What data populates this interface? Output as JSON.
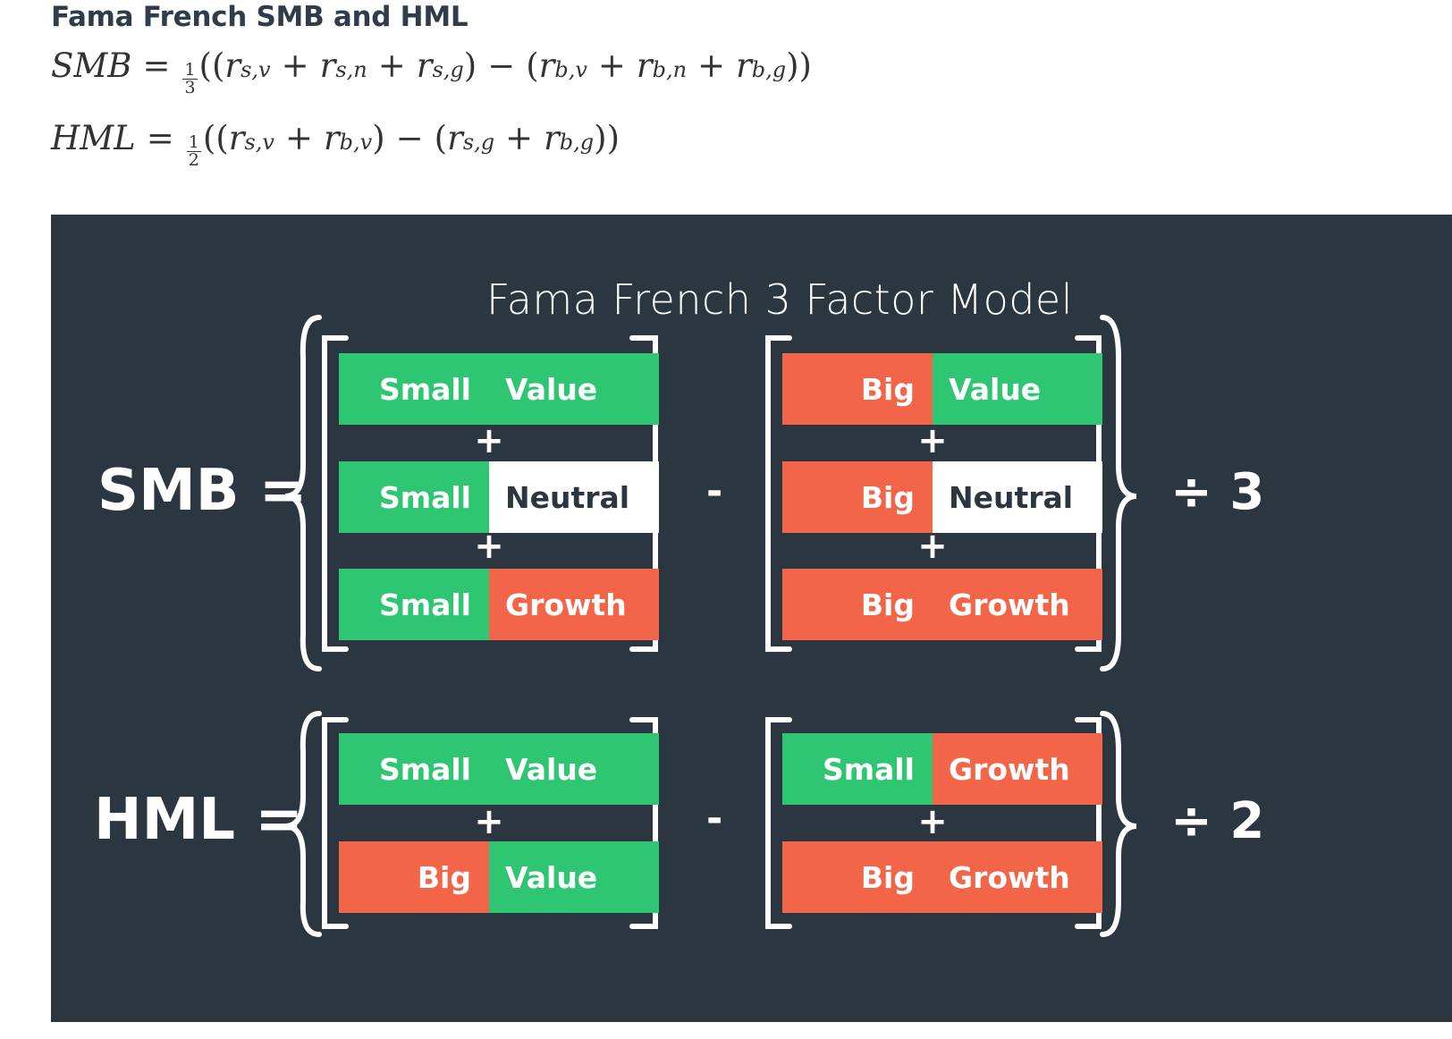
{
  "heading": "Fama French SMB and HML",
  "formulas": {
    "smb": {
      "lhs": "SMB",
      "frac_num": "1",
      "frac_den": "3"
    },
    "hml": {
      "lhs": "HML",
      "frac_num": "1",
      "frac_den": "2"
    }
  },
  "diagram": {
    "title": "Fama French 3 Factor Model",
    "smb": {
      "label": "SMB =",
      "divisor": "÷ 3",
      "minus": "-",
      "plus": "+",
      "left_bars": [
        {
          "size": "Small",
          "style": "Value",
          "size_color": "green",
          "style_color": "green"
        },
        {
          "size": "Small",
          "style": "Neutral",
          "size_color": "green",
          "style_color": "white"
        },
        {
          "size": "Small",
          "style": "Growth",
          "size_color": "green",
          "style_color": "red"
        }
      ],
      "right_bars": [
        {
          "size": "Big",
          "style": "Value",
          "size_color": "red",
          "style_color": "green"
        },
        {
          "size": "Big",
          "style": "Neutral",
          "size_color": "red",
          "style_color": "white"
        },
        {
          "size": "Big",
          "style": "Growth",
          "size_color": "red",
          "style_color": "red"
        }
      ]
    },
    "hml": {
      "label": "HML =",
      "divisor": "÷ 2",
      "minus": "-",
      "plus": "+",
      "left_bars": [
        {
          "size": "Small",
          "style": "Value",
          "size_color": "green",
          "style_color": "green"
        },
        {
          "size": "Big",
          "style": "Value",
          "size_color": "red",
          "style_color": "green"
        }
      ],
      "right_bars": [
        {
          "size": "Small",
          "style": "Growth",
          "size_color": "green",
          "style_color": "red"
        },
        {
          "size": "Big",
          "style": "Growth",
          "size_color": "red",
          "style_color": "red"
        }
      ]
    },
    "colors": {
      "background": "#2c3640",
      "green": "#2ec672",
      "red": "#f26548",
      "white": "#ffffff"
    }
  }
}
